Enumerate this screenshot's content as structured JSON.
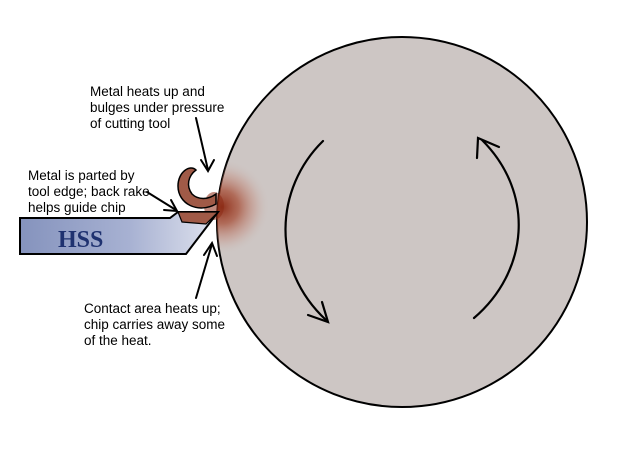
{
  "tool_label": "HSS",
  "annotations": {
    "heat_bulge": [
      "Metal heats up and",
      "bulges under pressure",
      "of cutting tool"
    ],
    "parting": [
      "Metal is parted by",
      "tool edge; back rake",
      "helps guide chip"
    ],
    "contact": [
      "Contact area heats up;",
      "chip carries away some",
      "of the heat."
    ]
  },
  "colors": {
    "workpiece": "#cdc6c4",
    "tool_light": "#d4d9e8",
    "tool_dark": "#8593bd",
    "tool_text": "#1f3270",
    "chip": "#a05a47",
    "heat": "#8c2a14"
  },
  "icons": {
    "rotation_left": "clockwise-arrow-icon",
    "rotation_right": "clockwise-arrow-icon"
  }
}
